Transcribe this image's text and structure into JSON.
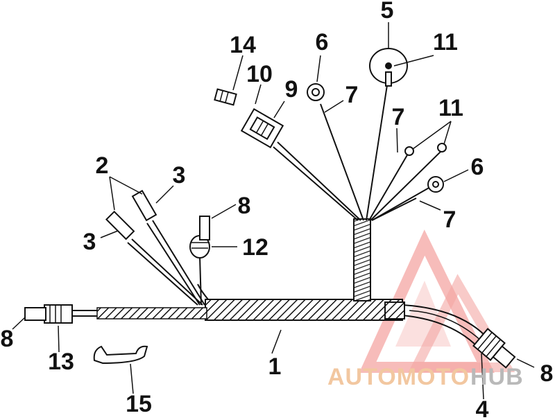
{
  "callouts": {
    "c1": "1",
    "c2": "2",
    "c3a": "3",
    "c3b": "3",
    "c4": "4",
    "c5": "5",
    "c6a": "6",
    "c6b": "6",
    "c7a": "7",
    "c7b": "7",
    "c7c": "7",
    "c8a": "8",
    "c8b": "8",
    "c8c": "8",
    "c9": "9",
    "c10": "10",
    "c11a": "11",
    "c11b": "11",
    "c12": "12",
    "c13": "13",
    "c14": "14",
    "c15": "15"
  },
  "watermark": {
    "part1": "AUTOMOTO",
    "part2": "HUB",
    "color_primary": "#f4a6a3",
    "color_secondary": "#f2c7a0",
    "color_hub": "#b9b9b9"
  },
  "icons": {
    "logo": "watermark-triangle-logo",
    "harness": "wiring-harness-drawing"
  }
}
